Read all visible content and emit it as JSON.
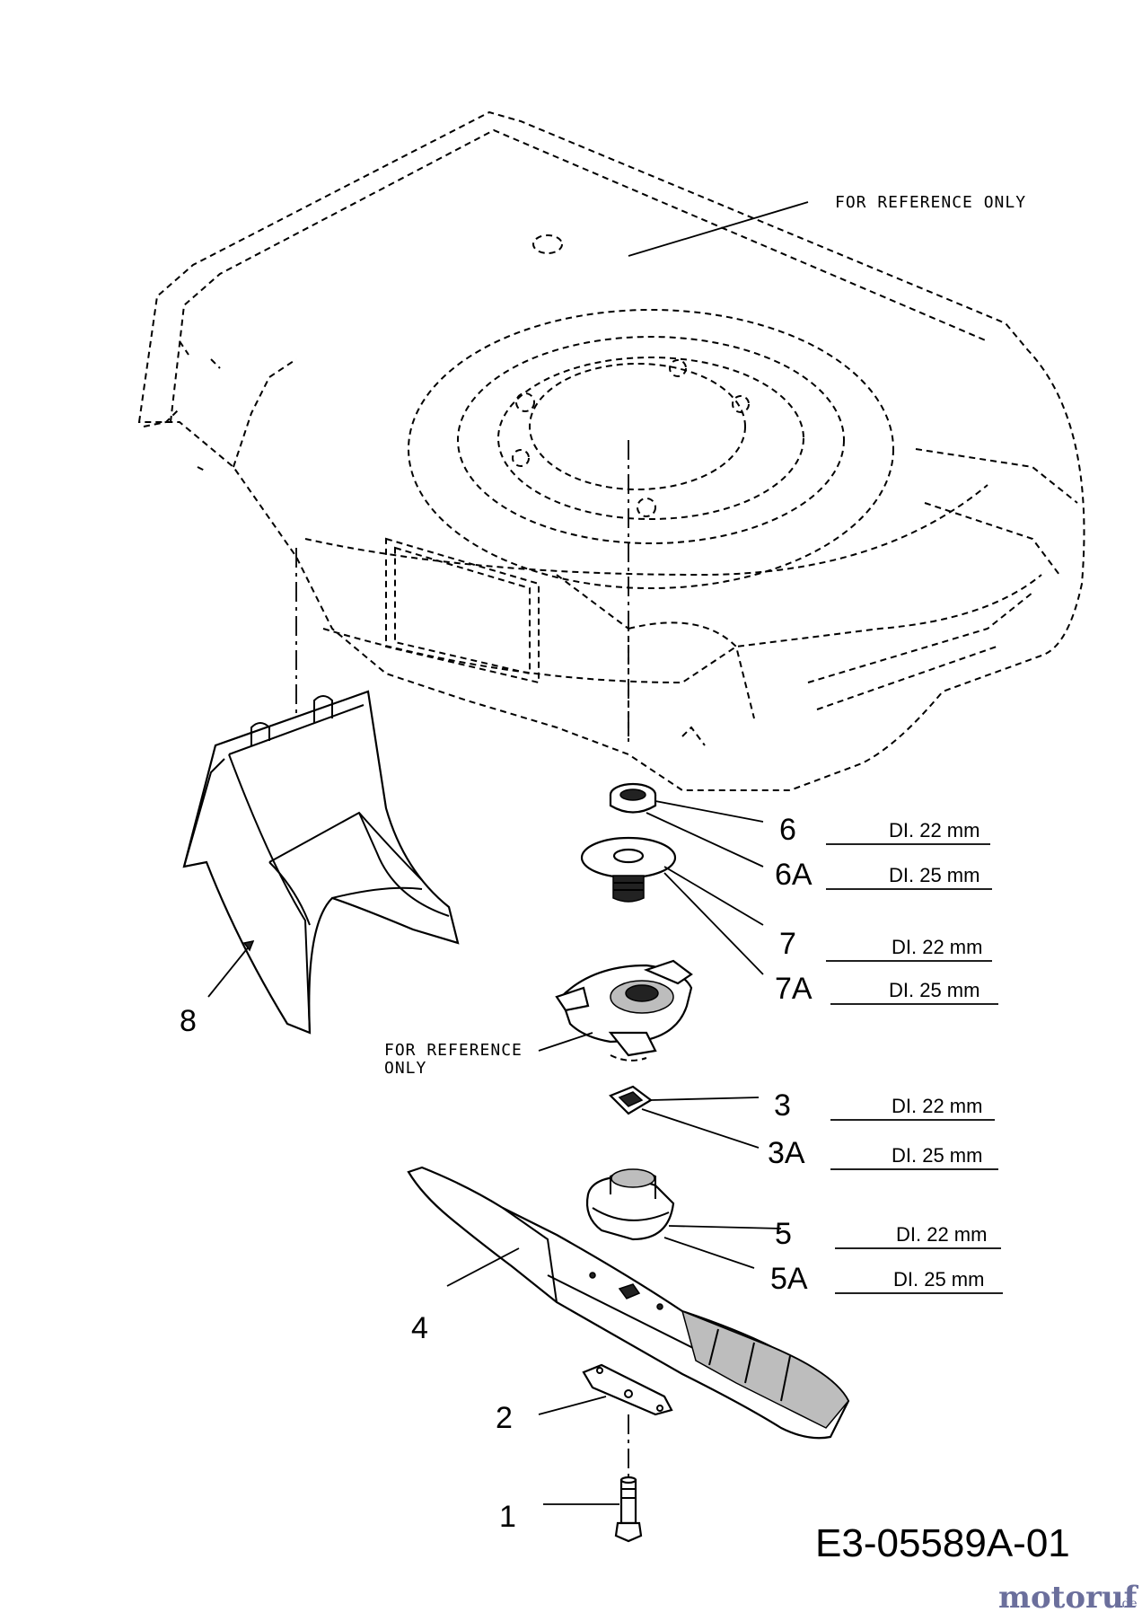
{
  "notes": {
    "reference_top": "FOR REFERENCE ONLY",
    "reference_mid_line1": "FOR REFERENCE",
    "reference_mid_line2": "ONLY"
  },
  "callouts": [
    {
      "id": "6",
      "label": "6",
      "spec": "DI. 22 mm"
    },
    {
      "id": "6A",
      "label": "6A",
      "spec": "DI. 25 mm"
    },
    {
      "id": "7",
      "label": "7",
      "spec": "DI. 22 mm"
    },
    {
      "id": "7A",
      "label": "7A",
      "spec": "DI. 25 mm"
    },
    {
      "id": "3",
      "label": "3",
      "spec": "DI. 22 mm"
    },
    {
      "id": "3A",
      "label": "3A",
      "spec": "DI. 25 mm"
    },
    {
      "id": "5",
      "label": "5",
      "spec": "DI. 22 mm"
    },
    {
      "id": "5A",
      "label": "5A",
      "spec": "DI. 25 mm"
    },
    {
      "id": "8",
      "label": "8"
    },
    {
      "id": "4",
      "label": "4"
    },
    {
      "id": "2",
      "label": "2"
    },
    {
      "id": "1",
      "label": "1"
    }
  ],
  "drawing_code": "E3-05589A-01",
  "watermark": {
    "brand": "motoruf",
    "tld": ".de"
  },
  "colors": {
    "line": "#000000",
    "background": "#ffffff",
    "watermark": "#6b6f9c"
  }
}
